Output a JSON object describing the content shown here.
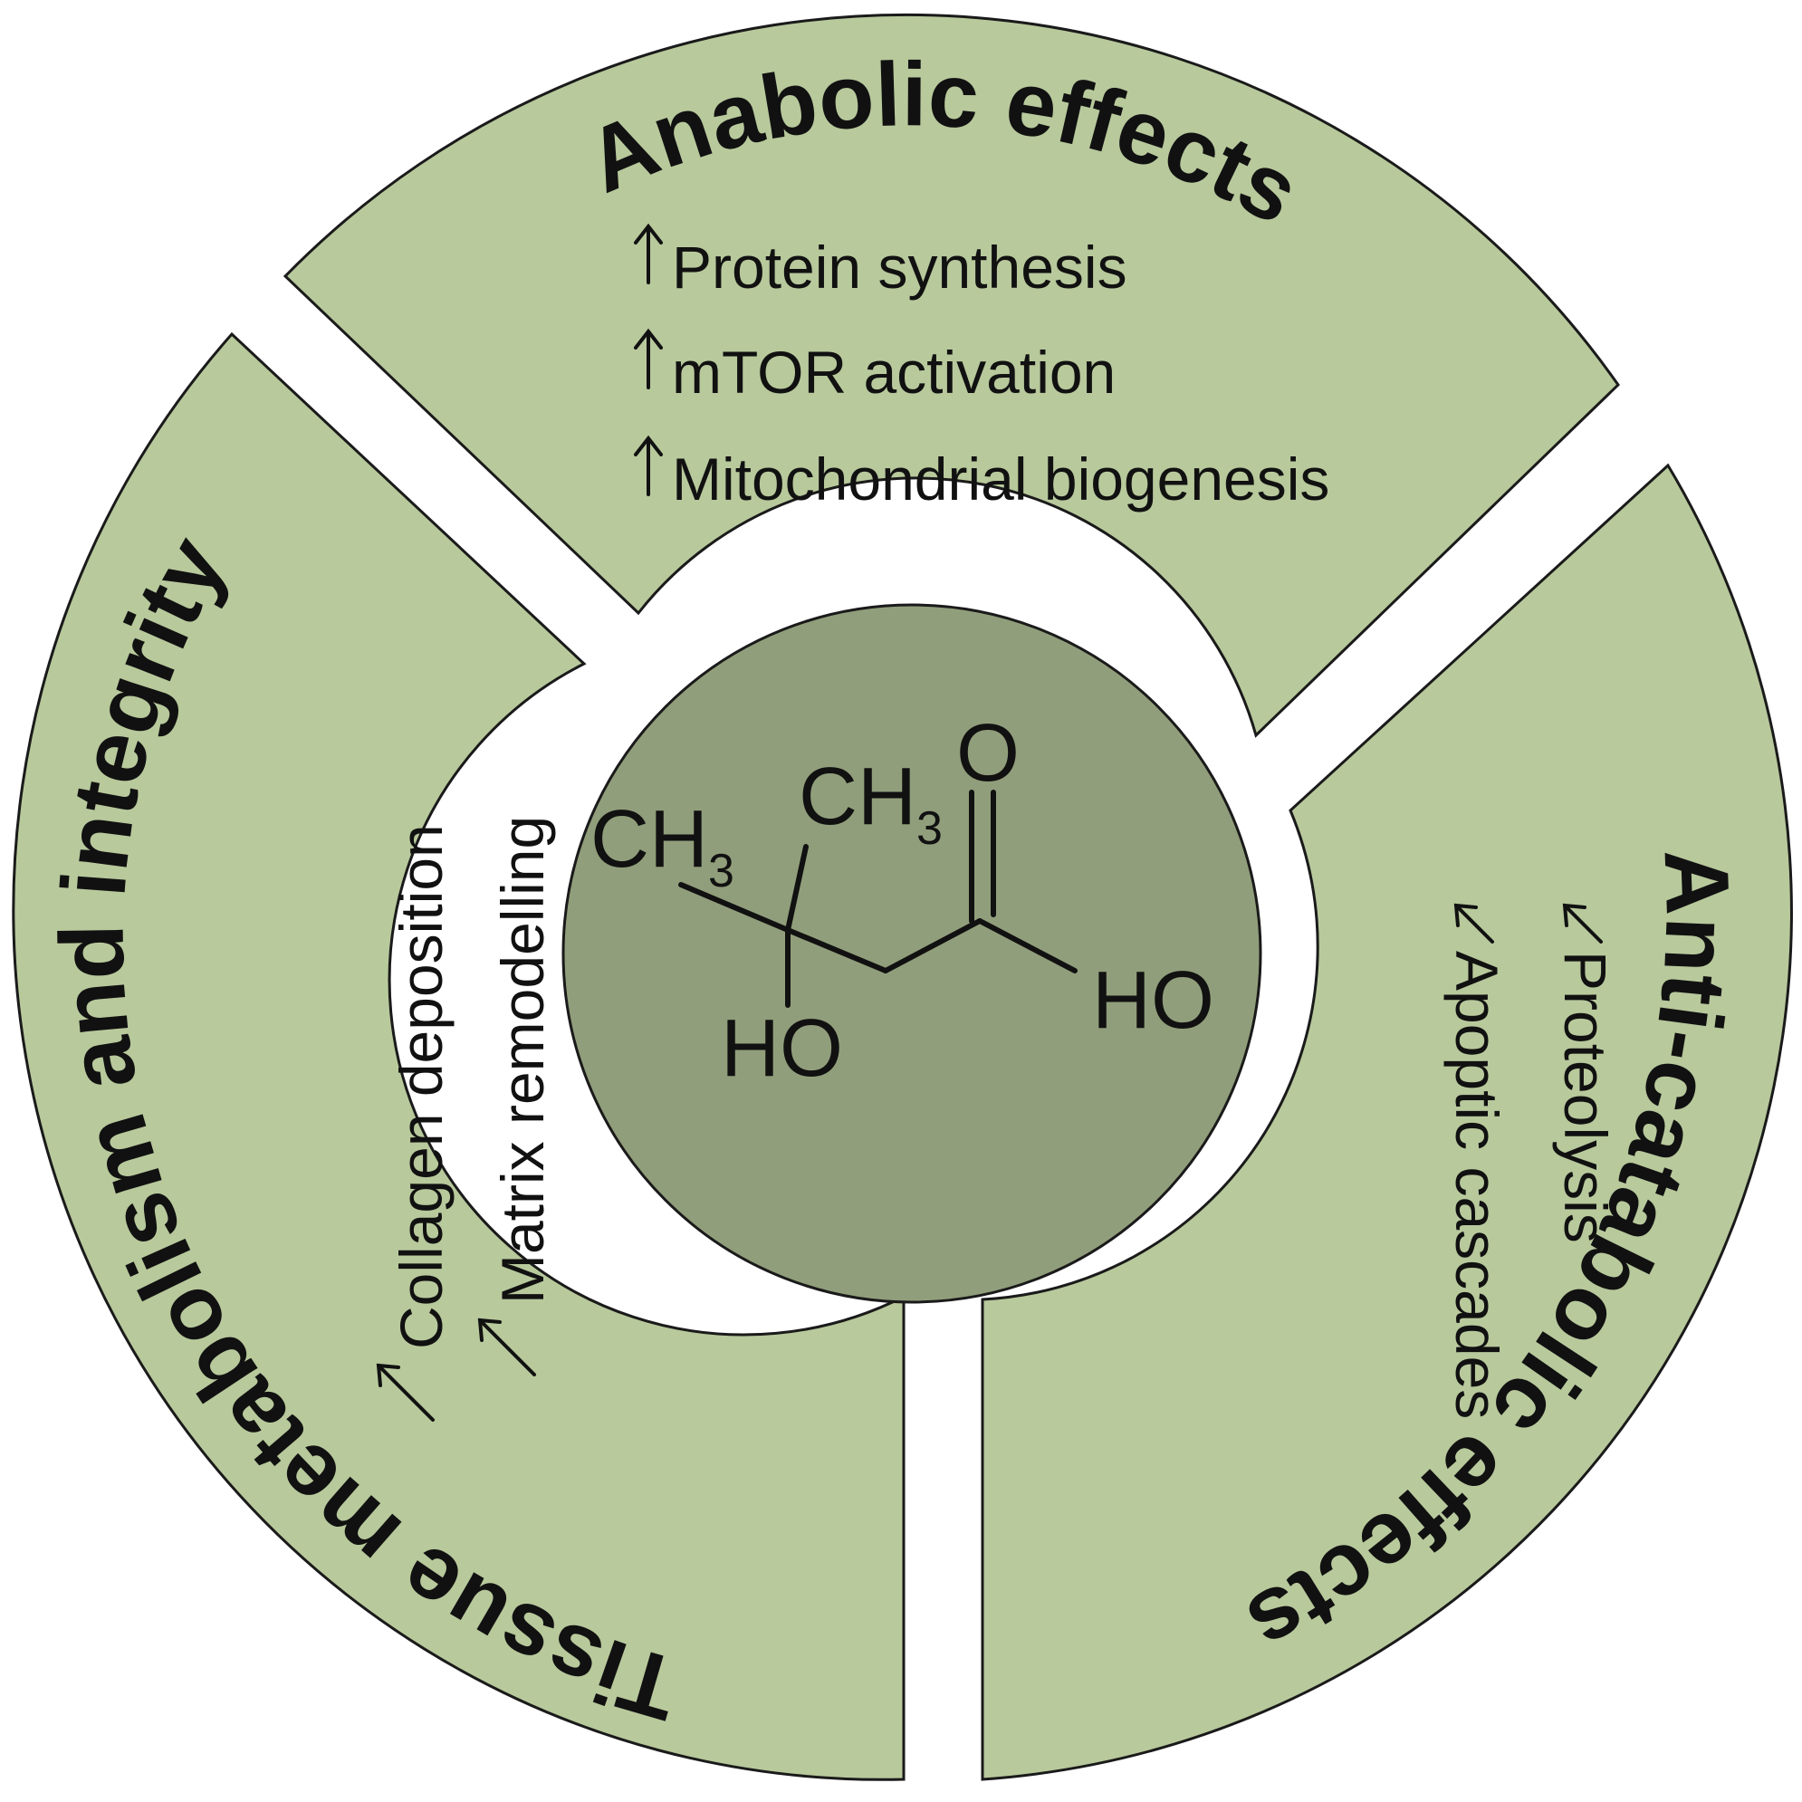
{
  "colors": {
    "segment_fill": "#b8c99c",
    "center_fill": "#919e7b",
    "gap_fill": "#ffffff",
    "text": "#111111"
  },
  "segments": {
    "anabolic": {
      "title": "Anabolic effects",
      "arrow": "up",
      "items": [
        "Protein synthesis",
        "mTOR activation",
        "Mitochondrial biogenesis"
      ]
    },
    "anti_catabolic": {
      "title": "Anti-catabolic effects",
      "arrow": "down",
      "items": [
        "Proteolysis",
        "Apoptic cascades"
      ]
    },
    "tissue": {
      "title": "Tissue metabolism and integrity",
      "arrow": "up",
      "items": [
        "Collagen deposition",
        "Matrix remodelling"
      ]
    }
  },
  "molecule": {
    "labels": {
      "ch3_left": "CH",
      "ch3_left_sub": "3",
      "ch3_top": "CH",
      "ch3_top_sub": "3",
      "carbonyl_o": "O",
      "hydroxyl_left": "HO",
      "hydroxyl_right": "HO"
    }
  }
}
